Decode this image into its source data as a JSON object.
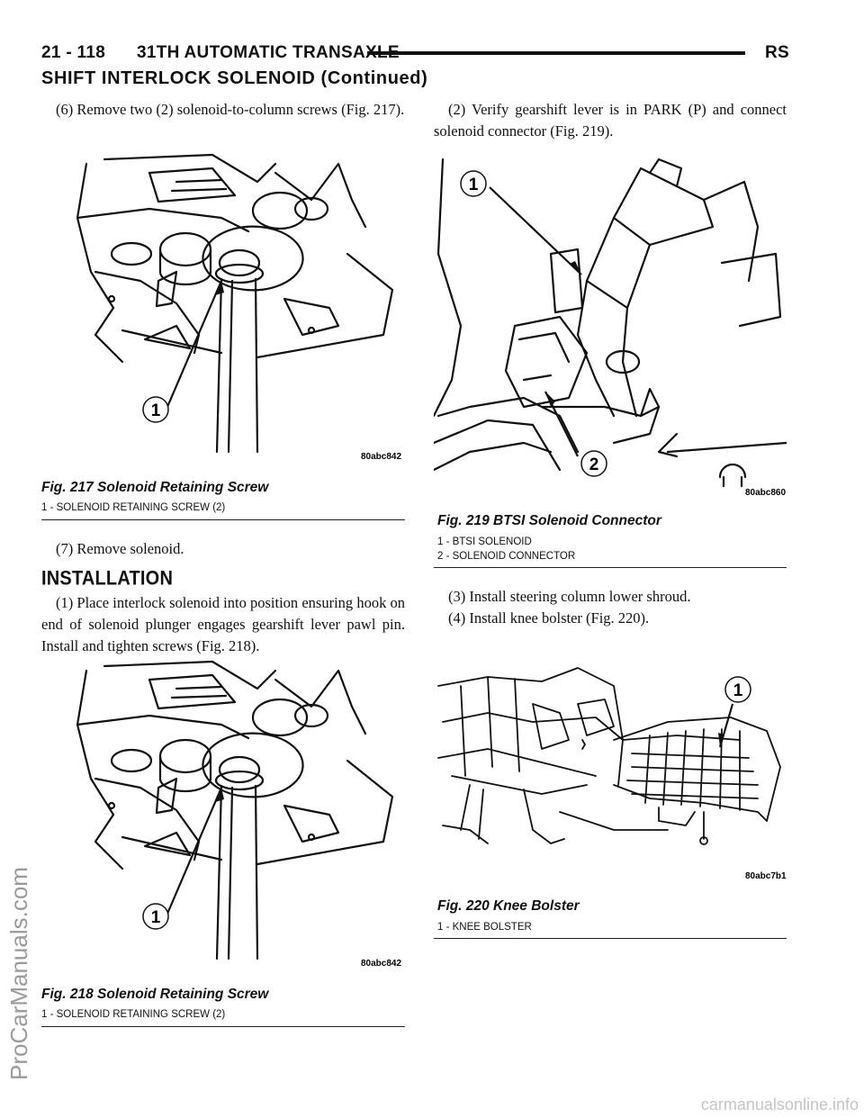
{
  "header": {
    "page_number": "21 - 118",
    "chapter": "31TH AUTOMATIC TRANSAXLE",
    "model": "RS",
    "section_title": "SHIFT INTERLOCK SOLENOID (Continued)"
  },
  "left_column": {
    "step6": "(6) Remove two (2) solenoid-to-column screws (Fig. 217).",
    "fig217": {
      "caption": "Fig. 217 Solenoid Retaining Screw",
      "legend": [
        "1 - SOLENOID RETAINING SCREW (2)"
      ],
      "callout": "1",
      "code": "80abc842"
    },
    "step7": "(7) Remove solenoid.",
    "installation_heading": "INSTALLATION",
    "install_step1": "(1) Place interlock solenoid into position ensuring hook on end of solenoid plunger engages gearshift lever pawl pin. Install and tighten screws (Fig. 218).",
    "fig218": {
      "caption": "Fig. 218 Solenoid Retaining Screw",
      "legend": [
        "1 - SOLENOID RETAINING SCREW (2)"
      ],
      "callout": "1",
      "code": "80abc842"
    }
  },
  "right_column": {
    "install_step2": "(2) Verify gearshift lever is in PARK (P) and connect solenoid connector (Fig. 219).",
    "fig219": {
      "caption": "Fig. 219 BTSI Solenoid Connector",
      "legend": [
        "1 - BTSI SOLENOID",
        "2 - SOLENOID CONNECTOR"
      ],
      "callout1": "1",
      "callout2": "2",
      "code": "80abc860"
    },
    "install_step3": "(3) Install steering column lower shroud.",
    "install_step4": "(4) Install knee bolster (Fig. 220).",
    "fig220": {
      "caption": "Fig. 220 Knee Bolster",
      "legend": [
        "1 - KNEE BOLSTER"
      ],
      "callout": "1",
      "code": "80abc7b1"
    }
  },
  "watermarks": {
    "side": "ProCarManuals.com",
    "footer": "carmanualsonline.info"
  }
}
